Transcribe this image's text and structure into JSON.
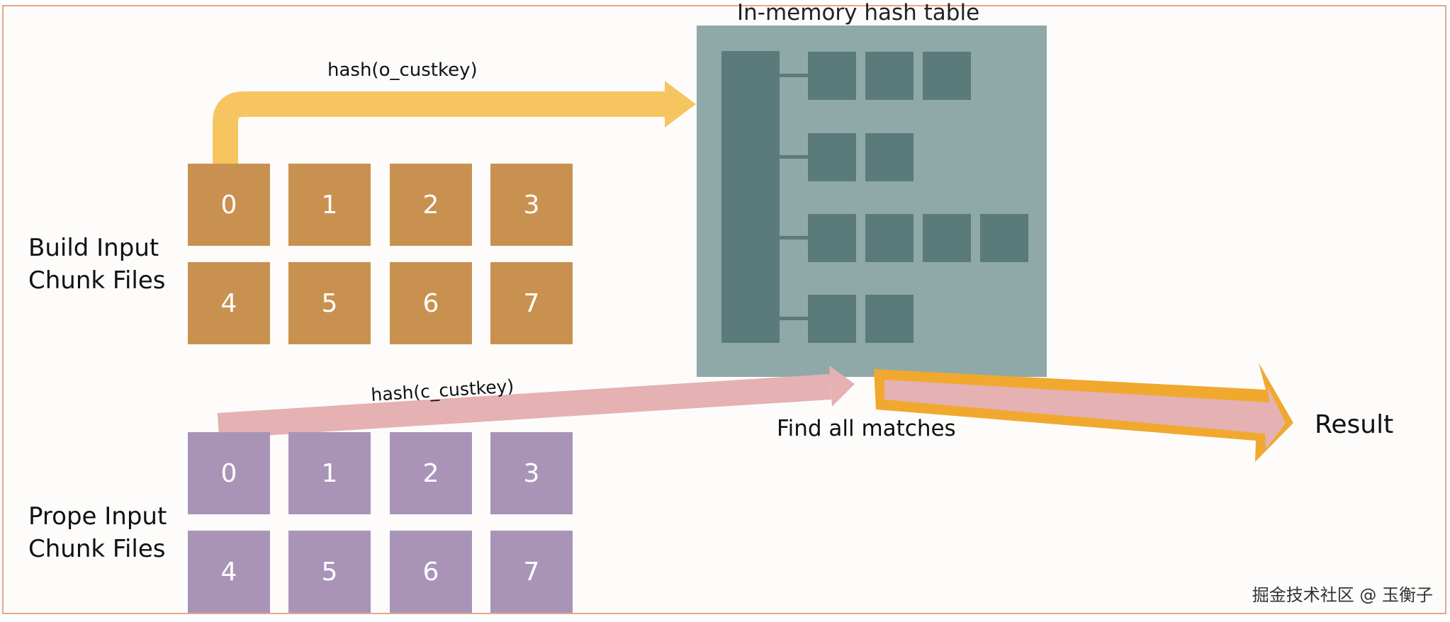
{
  "hash_table": {
    "title": "In-memory hash table",
    "rows": [
      3,
      2,
      4,
      2
    ]
  },
  "build": {
    "arrow_label": "hash(o_custkey)",
    "label_line1": "Build Input",
    "label_line2": "Chunk Files",
    "chunks": [
      "0",
      "1",
      "2",
      "3",
      "4",
      "5",
      "6",
      "7"
    ]
  },
  "probe": {
    "arrow_label": "hash(c_custkey)",
    "label_line1": "Prope Input",
    "label_line2": "Chunk Files",
    "chunks": [
      "0",
      "1",
      "2",
      "3",
      "4",
      "5",
      "6",
      "7"
    ]
  },
  "match": {
    "label": "Find all matches",
    "result": "Result"
  },
  "watermark": "掘金技术社区 @ 玉衡子",
  "colors": {
    "build_chunk": "#c9914f",
    "probe_chunk": "#a994b8",
    "table_bg": "#8ea9a8",
    "table_block": "#5a7b79",
    "build_arrow": "#f7c560",
    "probe_arrow": "#e5b1b3",
    "match_outline": "#f0a92e",
    "frame": "#e4a88d"
  }
}
